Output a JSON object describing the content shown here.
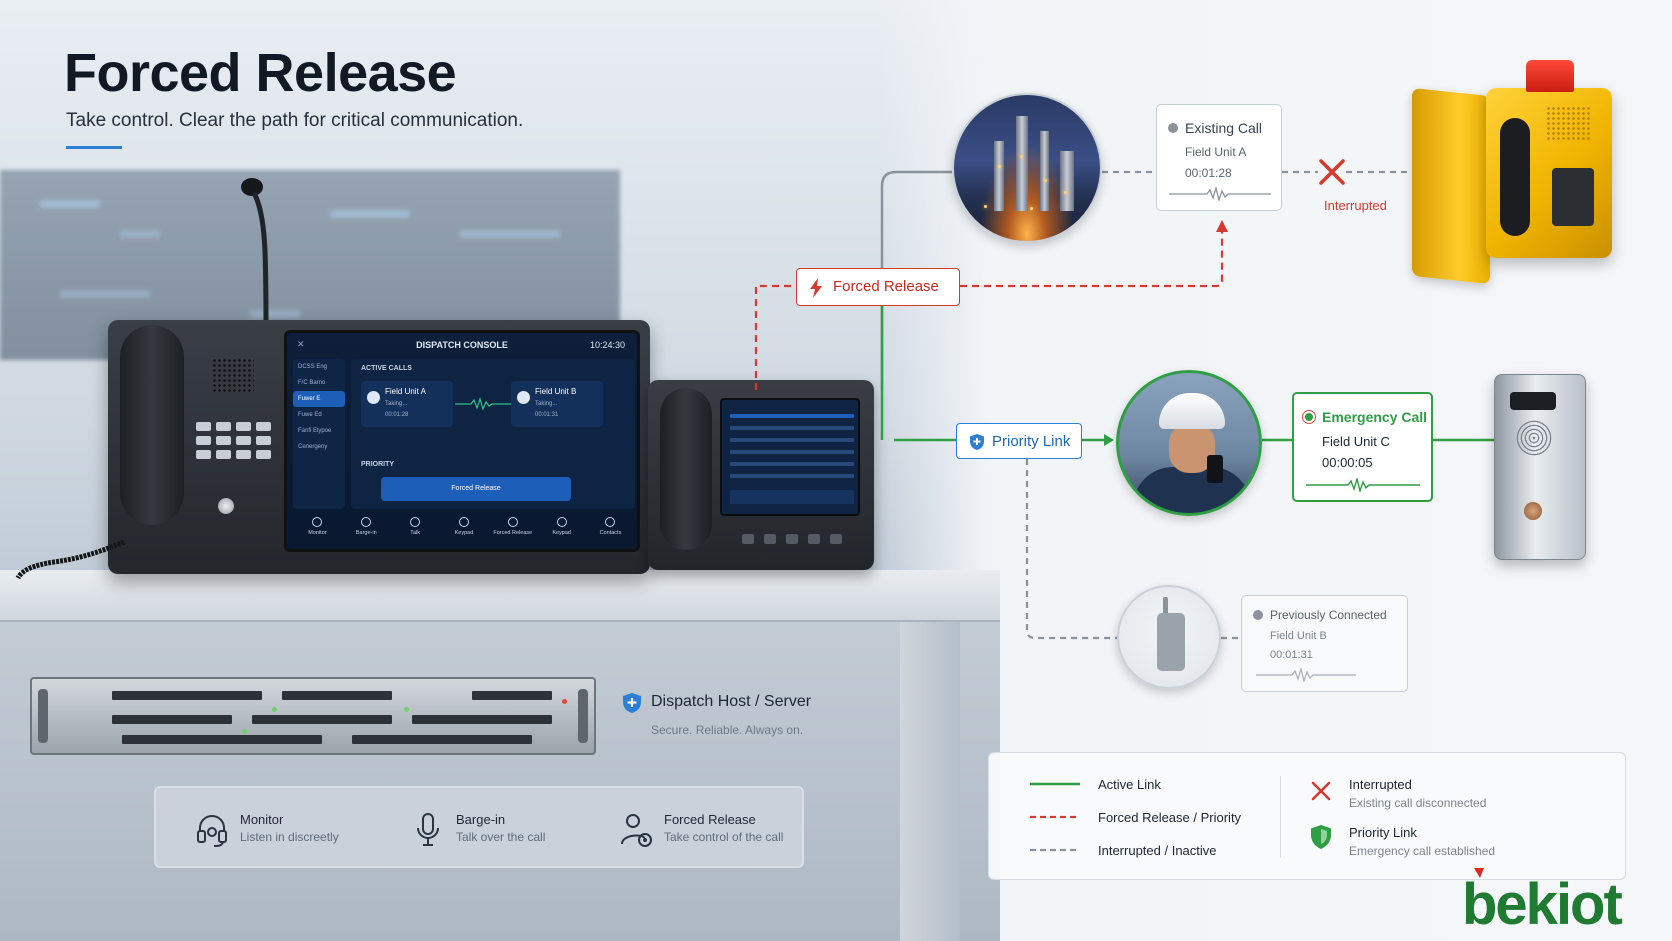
{
  "header": {
    "title": "Forced Release",
    "subtitle": "Take control. Clear the path for critical communication."
  },
  "console_screen": {
    "title": "DISPATCH CONSOLE",
    "time": "10:24:30",
    "close_glyph": "✕",
    "sidebar": [
      "DCSS Eng",
      "F/C Barno",
      "Fuwer E",
      "Fuwe Ed",
      "Fanfi Elypoe",
      "Cenergeny"
    ],
    "active_calls_label": "ACTIVE CALLS",
    "calls": [
      {
        "name": "Field Unit A",
        "status": "Taking...",
        "time": "00:01:28"
      },
      {
        "name": "Field Unit B",
        "status": "Taking...",
        "time": "00:01:31"
      }
    ],
    "priority_label": "PRIORITY",
    "priority_button": "Forced Release",
    "bottom_bar": [
      "Monitor",
      "Barge-in",
      "Talk",
      "Keypad",
      "Forced Release",
      "Keypad",
      "Contacts"
    ]
  },
  "host": {
    "title": "Dispatch Host / Server",
    "subtitle": "Secure. Reliable. Always on.",
    "icon": "shield-plus-icon"
  },
  "features": [
    {
      "title": "Monitor",
      "desc": "Listen in discreetly",
      "icon": "headset-icon"
    },
    {
      "title": "Barge-in",
      "desc": "Talk over the call",
      "icon": "microphone-icon"
    },
    {
      "title": "Forced Release",
      "desc": "Take control of the call",
      "icon": "user-gear-icon"
    }
  ],
  "diagram": {
    "forced_release_tag": "Forced Release",
    "priority_link_tag": "Priority Link",
    "interrupted_label": "Interrupted",
    "existing_call": {
      "header": "Existing Call",
      "unit": "Field Unit A",
      "time": "00:01:28"
    },
    "emergency_call": {
      "header": "Emergency Call",
      "unit": "Field Unit C",
      "time": "00:00:05"
    },
    "previous_call": {
      "header": "Previously Connected",
      "unit": "Field Unit B",
      "time": "00:01:31"
    }
  },
  "legend": {
    "items": [
      {
        "label": "Active Link",
        "color": "#2f9e44",
        "style": "solid"
      },
      {
        "label": "Forced Release / Priority",
        "color": "#d63a2f",
        "style": "dashed"
      },
      {
        "label": "Interrupted / Inactive",
        "color": "#8a939c",
        "style": "dashed"
      }
    ],
    "status": [
      {
        "title": "Interrupted",
        "desc": "Existing call disconnected",
        "icon": "red-x-icon"
      },
      {
        "title": "Priority Link",
        "desc": "Emergency call established",
        "icon": "green-shield-icon"
      }
    ]
  },
  "brand": {
    "logo": "bekiot",
    "color": "#1f7a32",
    "accent": "#e02a20"
  },
  "colors": {
    "active": "#2f9e44",
    "forced": "#d63a2f",
    "inactive": "#8a939c",
    "accent_blue": "#2b7fd6"
  }
}
